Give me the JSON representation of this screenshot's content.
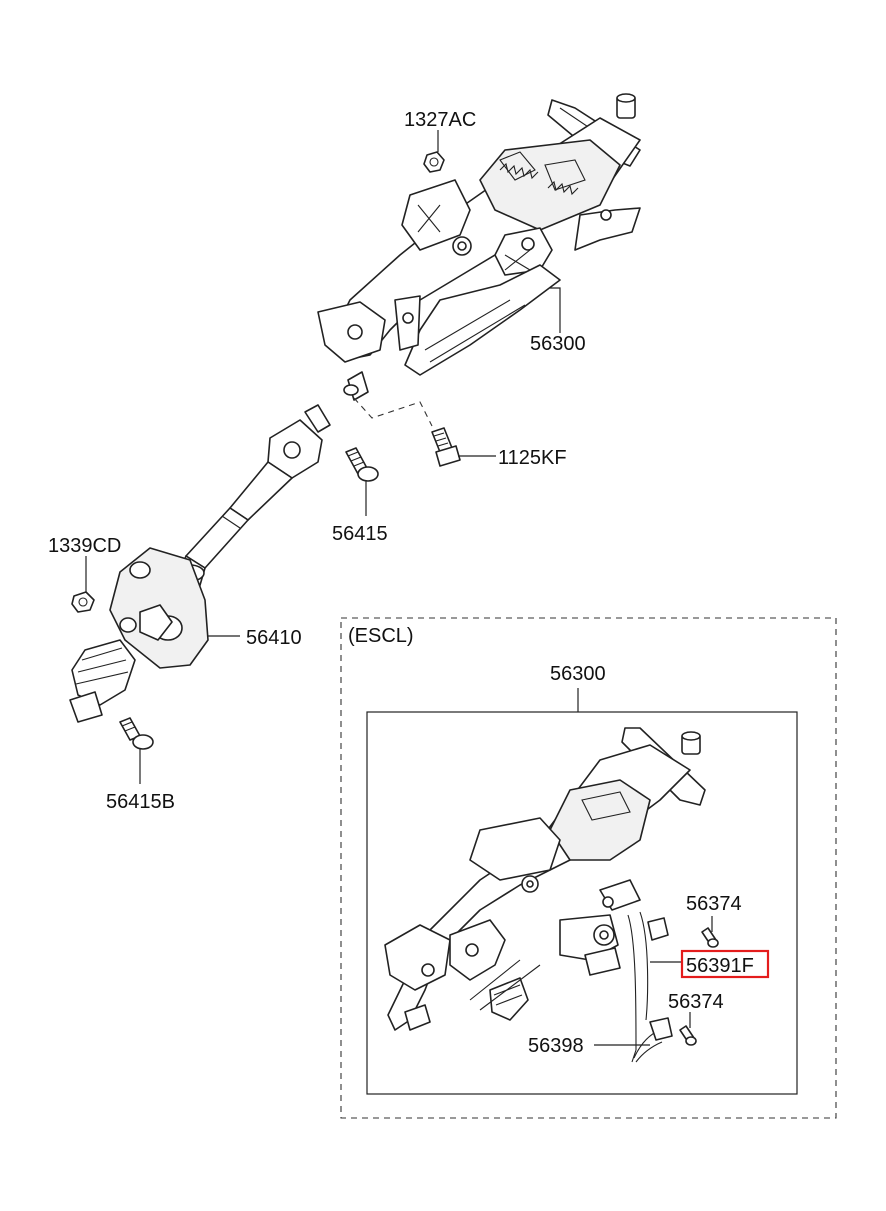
{
  "parts": {
    "p1327AC": "1327AC",
    "p56300_top": "56300",
    "p1125KF": "1125KF",
    "p56415": "56415",
    "p1339CD": "1339CD",
    "p56410": "56410",
    "p56415B": "56415B",
    "p56300_escl": "56300",
    "p56374_a": "56374",
    "p56391F": "56391F",
    "p56374_b": "56374",
    "p56398": "56398"
  },
  "escl_label": "(ESCL)",
  "highlight_color": "#e41c1c",
  "highlighted_part": "56391F"
}
